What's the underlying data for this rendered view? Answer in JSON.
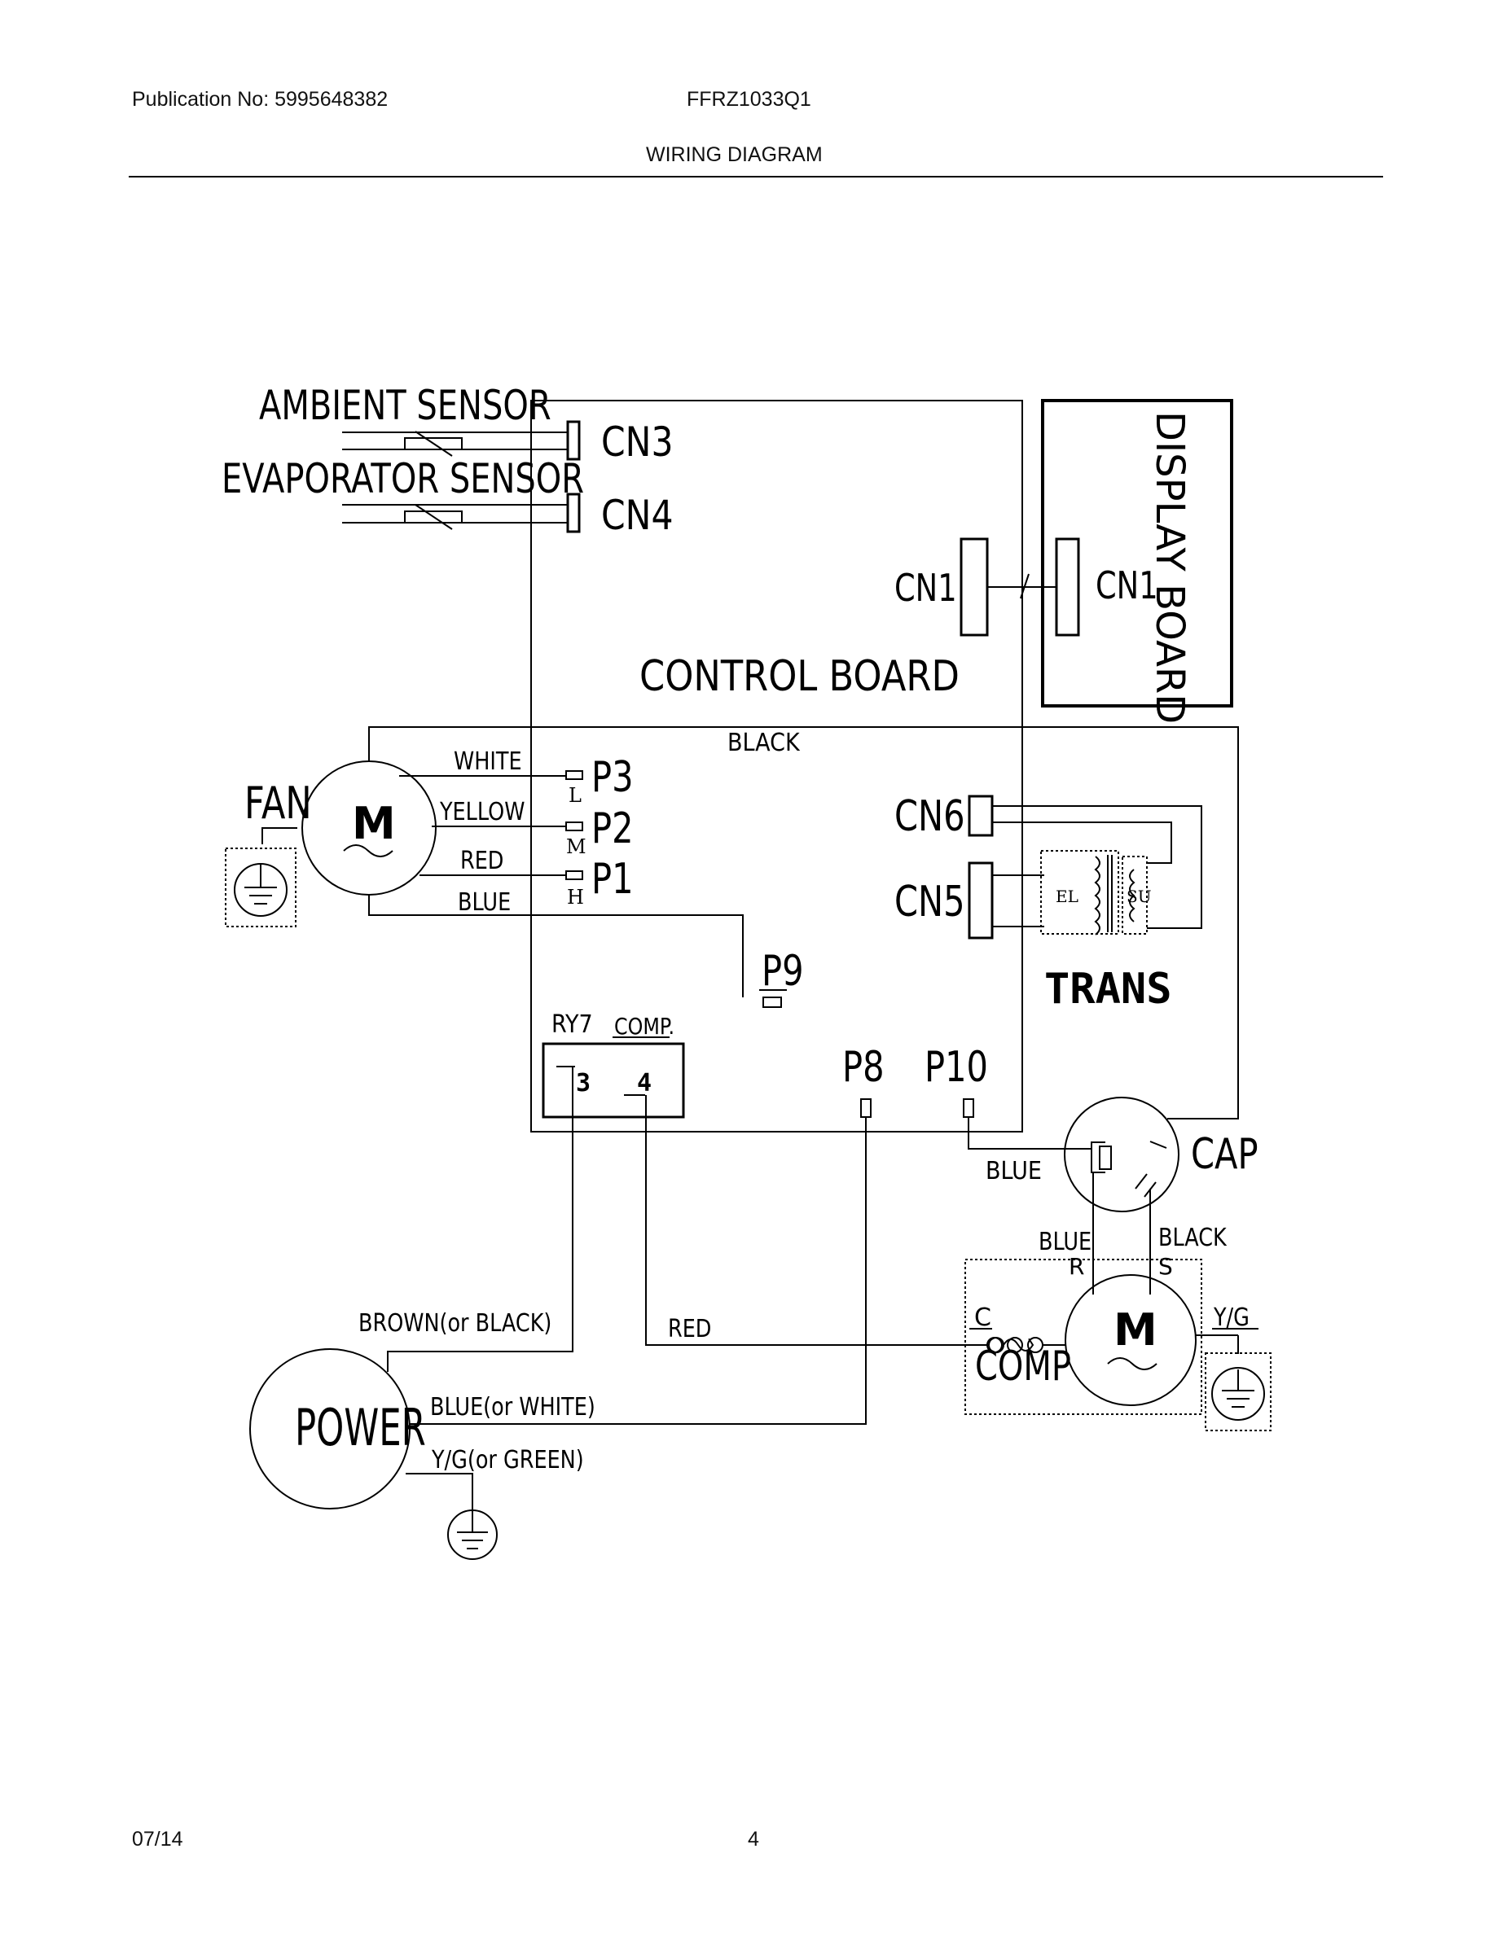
{
  "header": {
    "publication": "Publication No: 5995648382",
    "model": "FFRZ1033Q1",
    "title": "WIRING DIAGRAM"
  },
  "footer": {
    "date": "07/14",
    "page": "4"
  },
  "diagram": {
    "sensors": {
      "ambient": "AMBIENT SENSOR",
      "evaporator": "EVAPORATOR SENSOR"
    },
    "connectors": {
      "cn3": "CN3",
      "cn4": "CN4",
      "cn1_control": "CN1",
      "cn1_display": "CN1",
      "cn6": "CN6",
      "cn5": "CN5",
      "p3": "P3",
      "p2": "P2",
      "p1": "P1",
      "p9": "P9",
      "p8": "P8",
      "p10": "P10"
    },
    "boards": {
      "control": "CONTROL BOARD",
      "display": "DISPLAY BOARD"
    },
    "fan": {
      "label": "FAN",
      "motor": "M",
      "speed_low": "L",
      "speed_mid": "M",
      "speed_high": "H"
    },
    "wires": {
      "white": "WHITE",
      "yellow": "YELLOW",
      "red_fan": "RED",
      "blue_fan": "BLUE",
      "black_top": "BLACK",
      "blue_cap": "BLUE",
      "blue_r": "BLUE",
      "black_s": "BLACK",
      "brown": "BROWN(or BLACK)",
      "red_comp": "RED",
      "blue_white": "BLUE(or WHITE)",
      "yg_green": "Y/G(or GREEN)",
      "yg": "Y/G"
    },
    "relay": {
      "name": "RY7",
      "comp": "COMP.",
      "pin3": "3",
      "pin4": "4"
    },
    "transformer": {
      "label": "TRANS",
      "el": "EL",
      "su": "SU"
    },
    "cap": "CAP",
    "compressor": {
      "label": "COMP",
      "motor": "M",
      "r": "R",
      "s": "S",
      "c": "C"
    },
    "power": "POWER"
  }
}
